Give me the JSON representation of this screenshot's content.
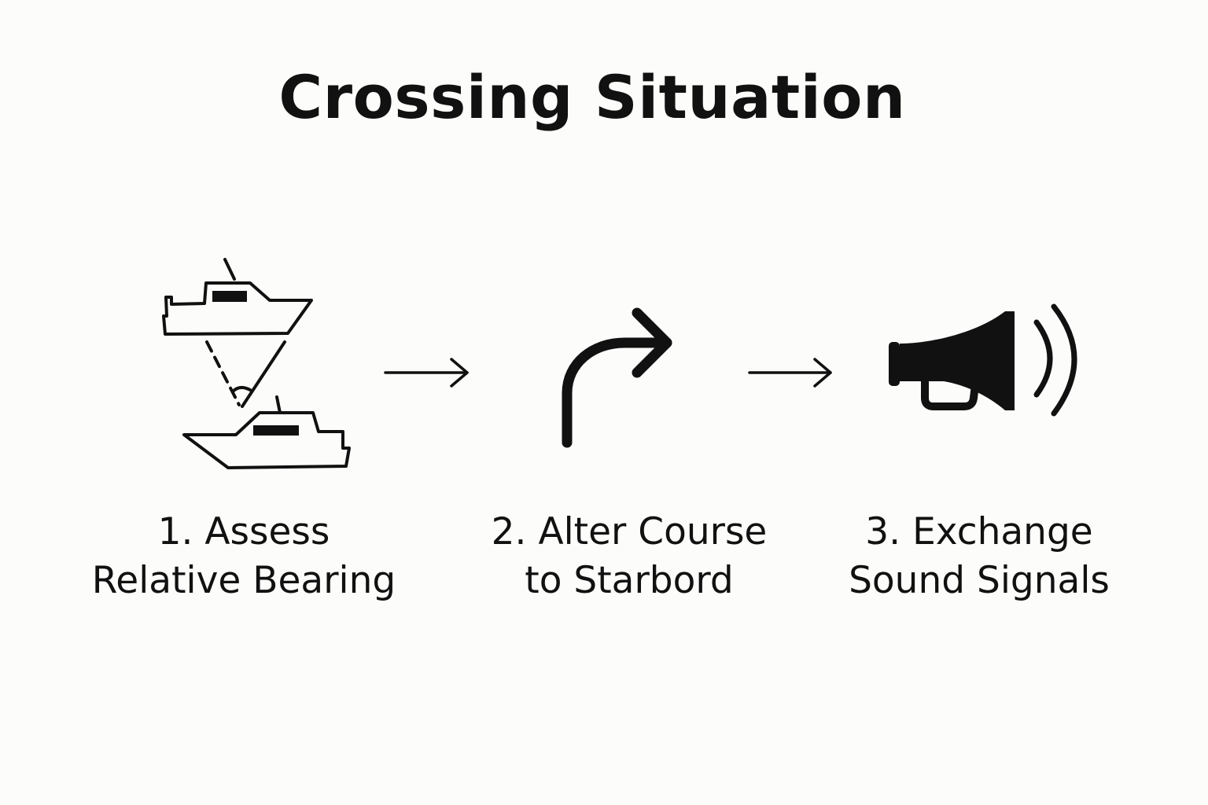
{
  "title": "Crossing Situation",
  "steps": [
    {
      "line1": "1. Assess",
      "line2": "Relative Bearing",
      "icon": "two-vessels-bearing-icon"
    },
    {
      "line1": "2. Alter Course",
      "line2": "to Starbord",
      "icon": "turn-right-arrow-icon"
    },
    {
      "line1": "3. Exchange",
      "line2": "Sound Signals",
      "icon": "horn-sound-icon"
    }
  ],
  "connectors": [
    "right-arrow-icon",
    "right-arrow-icon"
  ],
  "colors": {
    "background": "#FCFCFA",
    "ink": "#111111"
  }
}
